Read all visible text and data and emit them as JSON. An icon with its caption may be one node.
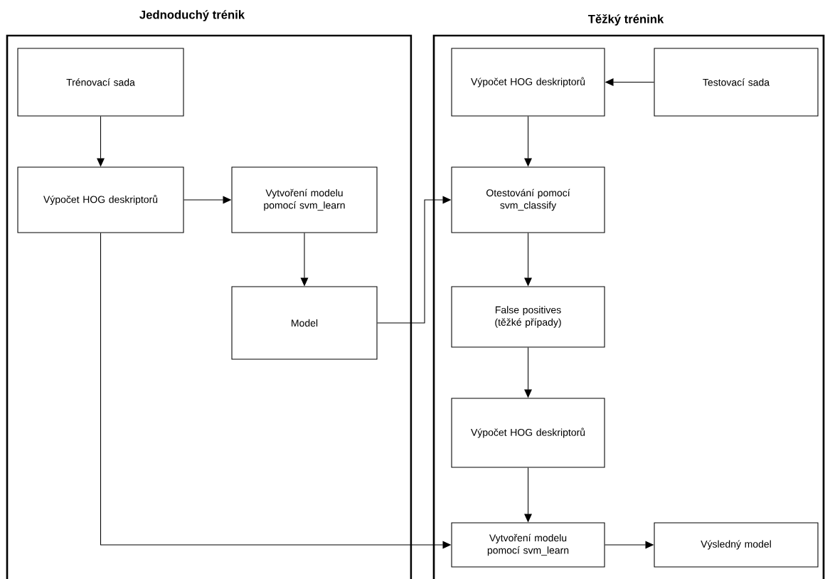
{
  "diagram": {
    "nodes": [
      {
        "text": [
          "Jednoduchý trénik"
        ]
      },
      {
        "text": [
          "Trénovací sada"
        ],
        "in": 0
      },
      {
        "text": [
          "Výpočet HOG deskriptorů"
        ],
        "in": 0
      },
      {
        "text": [
          "Vytvoření modelu pomocí svm_learn"
        ],
        "in": 0
      },
      {
        "text": [
          "Model"
        ],
        "in": 0
      },
      {
        "text": [
          "Těžký trénink"
        ]
      },
      {
        "text": [
          "Výpočet HOG deskriptorů"
        ],
        "in": 5
      },
      {
        "text": [
          "Testovací sada"
        ],
        "in": 5
      },
      {
        "text": [
          "Otestování pomocí svm_classify"
        ],
        "in": 5
      },
      {
        "text": [
          "False positives (těžké případy)"
        ],
        "in": 5
      },
      {
        "text": [
          "Výpočet HOG deskriptorů"
        ],
        "in": 5
      },
      {
        "text": [
          "Vytvoření modelu pomocí svm_learn"
        ],
        "in": 5
      },
      {
        "text": [
          "Výsledný model"
        ],
        "in": 5
      }
    ],
    "edges": [
      {
        "from": 1,
        "to": 2,
        "arrow": "to"
      },
      {
        "from": 2,
        "to": 3,
        "arrow": "to"
      },
      {
        "from": 3,
        "to": 4,
        "arrow": "to"
      },
      {
        "from": 4,
        "to": 8,
        "arrow": "to"
      },
      {
        "from": 7,
        "to": 6,
        "arrow": "to"
      },
      {
        "from": 6,
        "to": 8,
        "arrow": "to"
      },
      {
        "from": 8,
        "to": 9,
        "arrow": "to"
      },
      {
        "from": 9,
        "to": 10,
        "arrow": "to"
      },
      {
        "from": 10,
        "to": 11,
        "arrow": "to"
      },
      {
        "from": 2,
        "to": 11,
        "arrow": "to"
      },
      {
        "from": 11,
        "to": 12,
        "arrow": "to"
      }
    ]
  }
}
